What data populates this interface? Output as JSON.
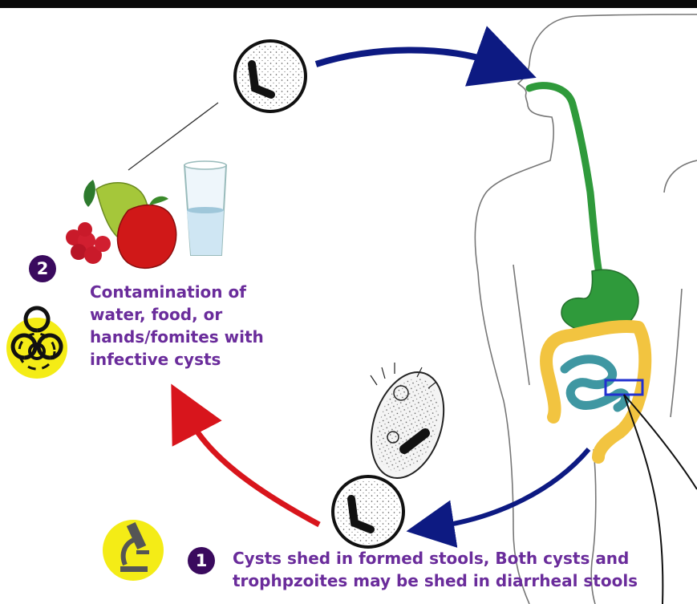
{
  "diagram": {
    "step2": {
      "number": "2",
      "text_lines": [
        "Contamination of",
        "water, food, or",
        "hands/fomites with",
        "infective cysts"
      ]
    },
    "step1": {
      "number": "1",
      "text_lines": [
        "Cysts shed in formed stools, Both cysts and",
        "trophpzoites may be shed in diarrheal stools"
      ]
    },
    "colors": {
      "arrow_blue": "#0d1a82",
      "arrow_red": "#d8151c",
      "gi_green": "#2f9a3b",
      "colon_yellow": "#f2c440",
      "small_intestine_teal": "#3f97a2",
      "caption_purple": "#6a2c9b",
      "badge_purple": "#3a0a5e",
      "hazard_yellow": "#f4ec16"
    },
    "icons": [
      "cyst-icon",
      "trophozoite-icon",
      "biohazard-icon",
      "microscope-icon",
      "fruit-icon",
      "water-glass-icon",
      "human-body-icon"
    ]
  }
}
